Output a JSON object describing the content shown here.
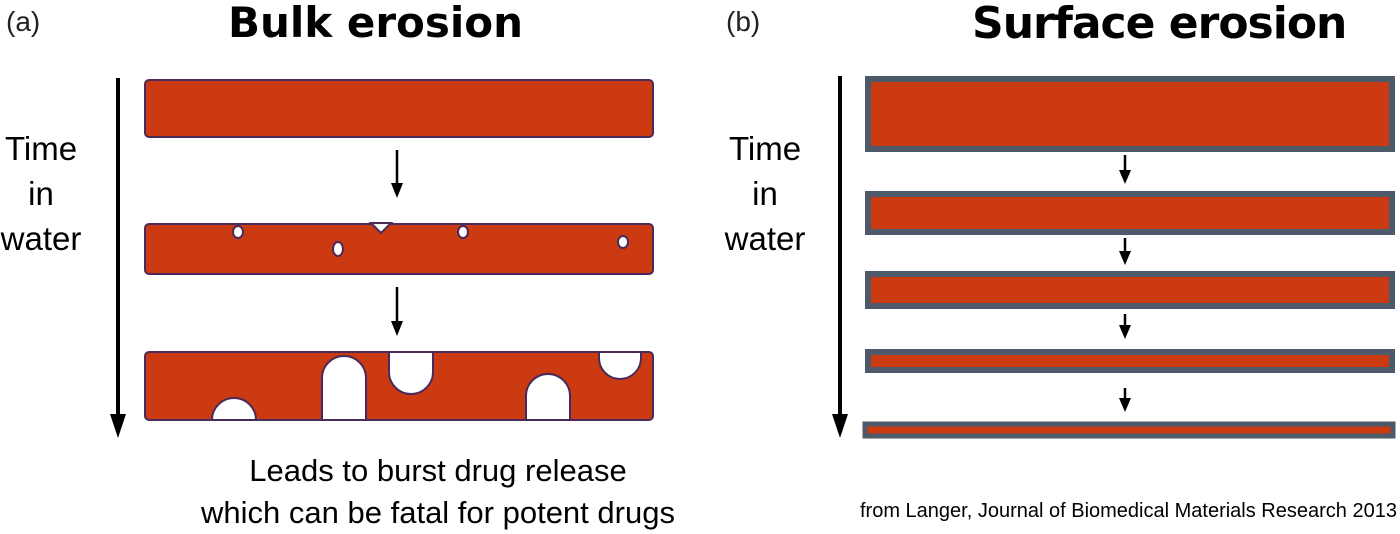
{
  "panel_a": {
    "label": "(a)",
    "title": "Bulk erosion",
    "axis_label_lines": [
      "Time",
      "in",
      "water"
    ],
    "caption_lines": [
      "Leads to burst drug release",
      "which can be fatal for potent drugs"
    ]
  },
  "panel_b": {
    "label": "(b)",
    "title": "Surface erosion",
    "axis_label_lines": [
      "Time",
      "in",
      "water"
    ],
    "credit": "from Langer, Journal of Biomedical Materials Research 2013"
  },
  "colors": {
    "polymer": "#cc3a12",
    "bulk_outline": "#4a2a5a",
    "surface_outline": "#4d5a6a",
    "arrow": "#000000"
  }
}
